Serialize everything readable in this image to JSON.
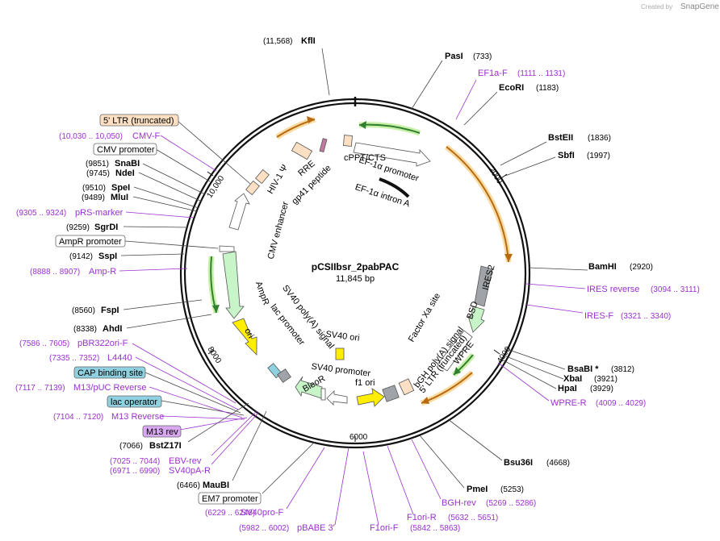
{
  "credit": {
    "prefix": "Created by",
    "brand": "SnapGene"
  },
  "plasmid": {
    "name": "pCSIIbsr_2pabPAC",
    "size": "11,845 bp"
  },
  "sites": [
    {
      "name": "KflI",
      "pos": "(11,568)"
    },
    {
      "name": "PasI",
      "pos": "(733)"
    },
    {
      "name": "EcoRI",
      "pos": "(1183)"
    },
    {
      "name": "BstEII",
      "pos": "(1836)"
    },
    {
      "name": "SbfI",
      "pos": "(1997)"
    },
    {
      "name": "BamHI",
      "pos": "(2920)"
    },
    {
      "name": "BsaBI *",
      "pos": "(3812)"
    },
    {
      "name": "XbaI",
      "pos": "(3921)"
    },
    {
      "name": "HpaI",
      "pos": "(3929)"
    },
    {
      "name": "Bsu36I",
      "pos": "(4668)"
    },
    {
      "name": "PmeI",
      "pos": "(5253)"
    },
    {
      "name": "MauBI",
      "pos": "(6466)"
    },
    {
      "name": "BstZ17I",
      "pos": "(7066)"
    },
    {
      "name": "AhdI",
      "pos": "(8338)"
    },
    {
      "name": "FspI",
      "pos": "(8560)"
    },
    {
      "name": "SspI",
      "pos": "(9142)"
    },
    {
      "name": "SgrDI",
      "pos": "(9259)"
    },
    {
      "name": "MluI",
      "pos": "(9489)"
    },
    {
      "name": "SpeI",
      "pos": "(9510)"
    },
    {
      "name": "NdeI",
      "pos": "(9745)"
    },
    {
      "name": "SnaBI",
      "pos": "(9851)"
    }
  ],
  "primers": [
    {
      "name": "EF1a-F",
      "pos": "(1111 .. 1131)"
    },
    {
      "name": "IRES reverse",
      "pos": "(3094 .. 3111)"
    },
    {
      "name": "IRES-F",
      "pos": "(3321 .. 3340)"
    },
    {
      "name": "WPRE-R",
      "pos": "(4009 .. 4029)"
    },
    {
      "name": "BGH-rev",
      "pos": "(5269 .. 5286)"
    },
    {
      "name": "F1ori-R",
      "pos": "(5632 .. 5651)"
    },
    {
      "name": "F1ori-F",
      "pos": "(5842 .. 5863)"
    },
    {
      "name": "pBABE 3'",
      "pos": "(5982 .. 6002)"
    },
    {
      "name": "SV40pro-F",
      "pos": "(6229 .. 6248)"
    },
    {
      "name": "SV40pA-R",
      "pos": "(6971 .. 6990)"
    },
    {
      "name": "EBV-rev",
      "pos": "(7025 .. 7044)"
    },
    {
      "name": "M13 Reverse",
      "pos": "(7104 .. 7120)"
    },
    {
      "name": "M13/pUC Reverse",
      "pos": "(7117 .. 7139)"
    },
    {
      "name": "L4440",
      "pos": "(7335 .. 7352)"
    },
    {
      "name": "pBR322ori-F",
      "pos": "(7586 .. 7605)"
    },
    {
      "name": "Amp-R",
      "pos": "(8888 .. 8907)"
    },
    {
      "name": "pRS-marker",
      "pos": "(9305 .. 9324)"
    },
    {
      "name": "CMV-F",
      "pos": "(10,030 .. 10,050)"
    }
  ],
  "boxed": [
    {
      "name": "5' LTR (truncated)",
      "color": "#fde0c4"
    },
    {
      "name": "CMV promoter",
      "color": "#ffffff"
    },
    {
      "name": "AmpR promoter",
      "color": "#ffffff"
    },
    {
      "name": "CAP binding site",
      "color": "#8fd1e0"
    },
    {
      "name": "lac operator",
      "color": "#8fd1e0"
    },
    {
      "name": "M13 rev",
      "color": "#d8a8f0"
    },
    {
      "name": "EM7 promoter",
      "color": "#ffffff"
    }
  ],
  "ticks": [
    "2000",
    "4000",
    "6000",
    "8000",
    "10,000"
  ],
  "features": [
    "cPPT/CTS",
    "EF-1α promoter",
    "EF-1α intron A",
    "RRE",
    "gp41 peptide",
    "HIV-1 Ψ",
    "CMV enhancer",
    "AmpR",
    "ori",
    "SV40 poly(A) signal",
    "lac promoter",
    "SV40 ori",
    "SV40 promoter",
    "BleoR",
    "f1 ori",
    "Factor Xa site",
    "bGH poly(A) signal",
    "5' LTR (truncated)",
    "BSD",
    "IRES2",
    "WPRE"
  ],
  "colors": {
    "primer": "#9b30d0",
    "orange_arrow": "#f0a030",
    "green_arrow": "#40b040"
  }
}
